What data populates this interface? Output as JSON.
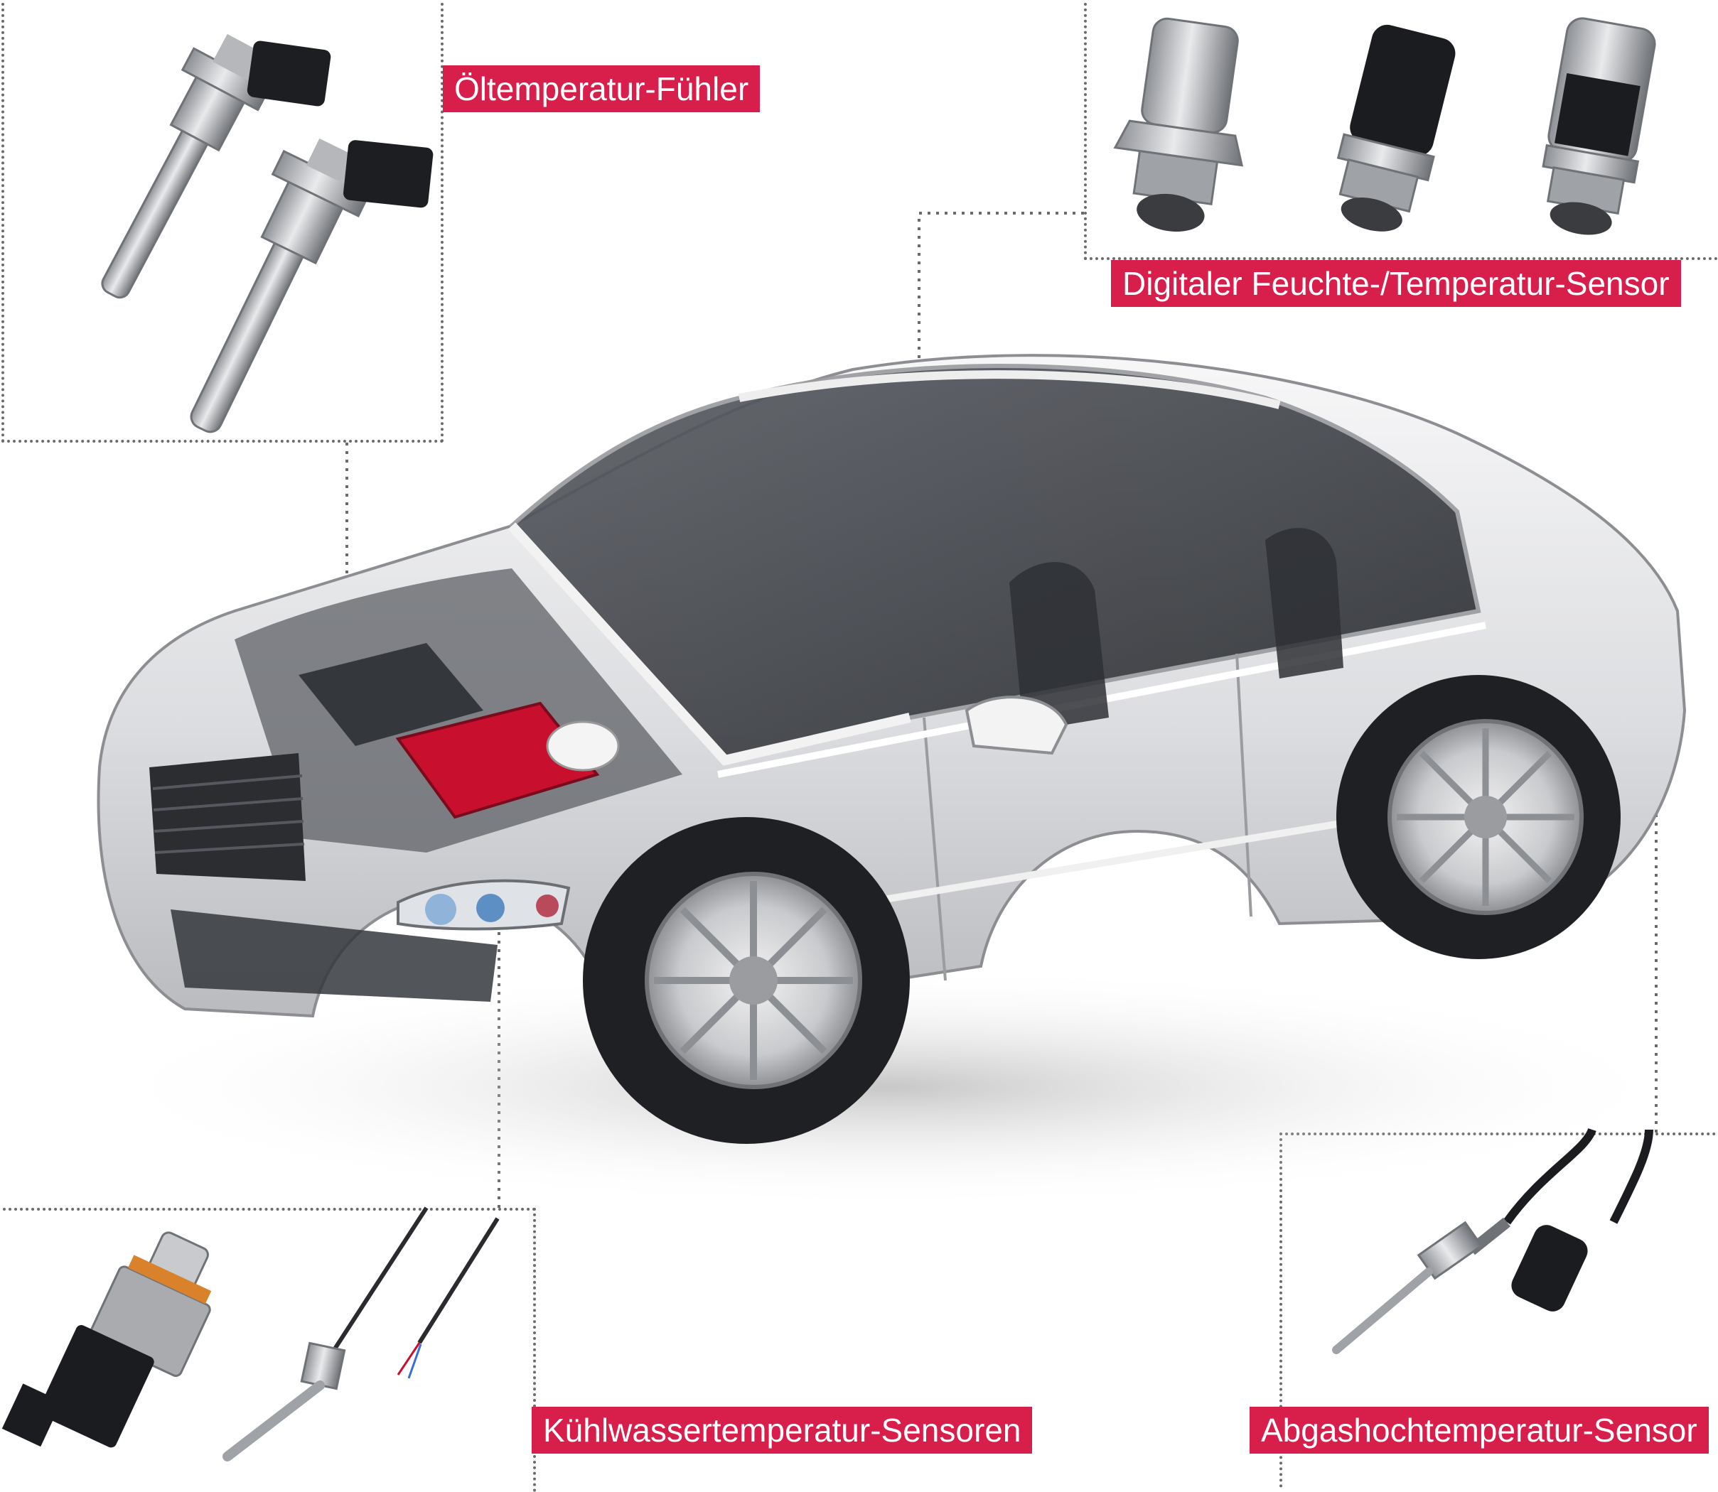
{
  "colors": {
    "label_bg": "#d81e4a",
    "label_text": "#ffffff",
    "leader_line": "#6b6b6b",
    "car_body": "#e6e7e9",
    "car_shadow": "#bfc1c4",
    "glass": "#3a3d42",
    "engine_red": "#c8102e"
  },
  "labels": {
    "oil_sensor": "Öltemperatur-Fühler",
    "humidity_sensor": "Digitaler Feuchte-/Temperatur-Sensor",
    "coolant_sensors": "Kühlwassertemperatur-Sensoren",
    "exhaust_sensor": "Abgashochtemperatur-Sensor"
  },
  "icons": {
    "car": "car-cutaway-icon",
    "oil": "oil-temperature-probe-icon",
    "humidity": "humidity-sensor-icon",
    "coolant": "coolant-sensor-icon",
    "exhaust": "exhaust-sensor-icon"
  }
}
